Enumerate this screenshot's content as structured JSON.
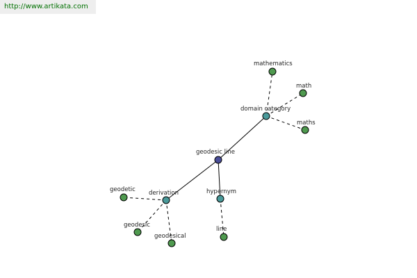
{
  "site": {
    "url": "http://www.artikata.com"
  },
  "colors": {
    "root": "#4a4e98",
    "relation": "#4a9a9a",
    "term": "#4f9a4f",
    "url_text": "#007000"
  },
  "nodes": {
    "root": "geodesic line",
    "domain_category": "domain category",
    "mathematics": "mathematics",
    "math": "math",
    "maths": "maths",
    "derivation": "derivation",
    "geodetic": "geodetic",
    "geodesic": "geodesic",
    "geodesical": "geodesical",
    "hypernym": "hypernym",
    "line": "line"
  }
}
